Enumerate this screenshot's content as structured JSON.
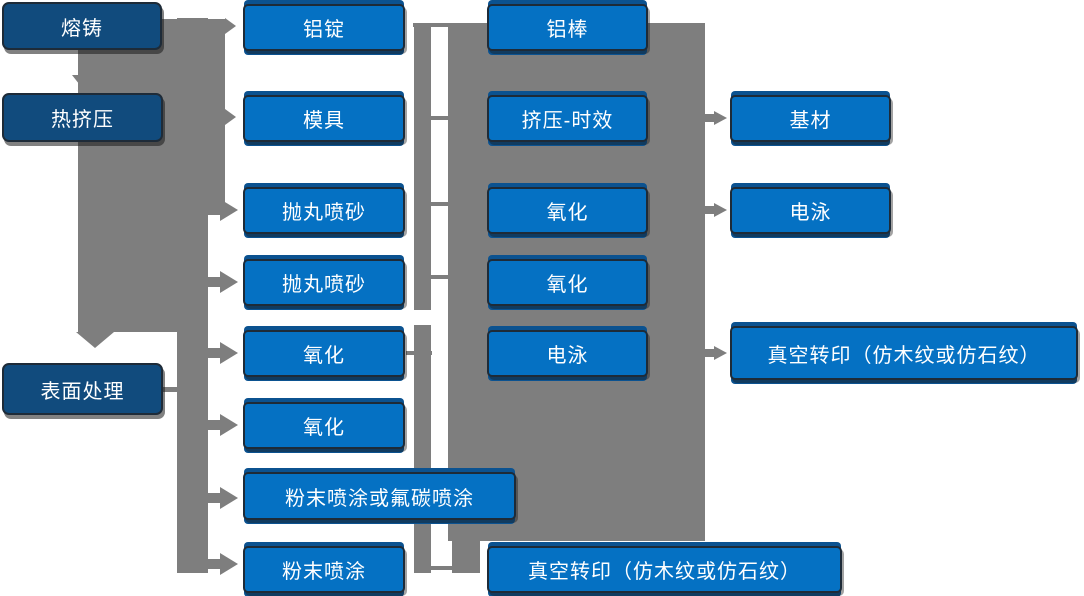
{
  "colors": {
    "connector": "#7e7e7e",
    "node-fill": "#0571c3",
    "node-shade": "#0b5290",
    "stage-fill": "#114b7d",
    "text": "#ffffff"
  },
  "nodes": {
    "stages": [
      {
        "label": "熔铸"
      },
      {
        "label": "热挤压"
      },
      {
        "label": "表面处理"
      }
    ],
    "process": [
      {
        "label": "铝锭"
      },
      {
        "label": "模具"
      },
      {
        "label": "抛丸喷砂"
      },
      {
        "label": "抛丸喷砂"
      },
      {
        "label": "氧化"
      },
      {
        "label": "氧化"
      },
      {
        "label": "粉末喷涂或氟碳喷涂"
      },
      {
        "label": "粉末喷涂"
      }
    ],
    "intermediate": [
      {
        "label": "铝棒"
      },
      {
        "label": "挤压-时效"
      },
      {
        "label": "氧化"
      },
      {
        "label": "氧化"
      },
      {
        "label": "电泳"
      },
      {
        "label": "真空转印（仿木纹或仿石纹）"
      }
    ],
    "output": [
      {
        "label": "基材"
      },
      {
        "label": "电泳"
      },
      {
        "label": "真空转印（仿木纹或仿石纹）"
      }
    ]
  }
}
